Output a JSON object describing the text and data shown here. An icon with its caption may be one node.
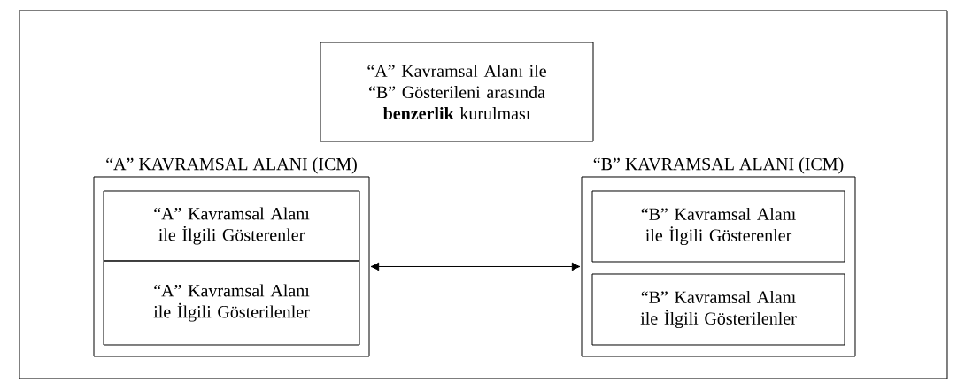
{
  "diagram": {
    "nodes": [
      {
        "text": [
          "“A” Kavramsal Alanı ile “B” Gösterileni arasında **benzerlik** kurulması"
        ]
      },
      {
        "text": [
          "“A” KAVRAMSAL ALANI (ICM)"
        ]
      },
      {
        "text": [
          "“A” Kavramsal Alanı ile İlgili Gösterenler"
        ],
        "in": 1
      },
      {
        "text": [
          "“A” Kavramsal Alanı ile İlgili Gösterilenler"
        ],
        "in": 1
      },
      {
        "text": [
          "“B” KAVRAMSAL ALANI (ICM)"
        ]
      },
      {
        "text": [
          "“B” Kavramsal Alanı ile İlgili Gösterenler"
        ],
        "in": 4
      },
      {
        "text": [
          "“B” Kavramsal Alanı ile İlgili Gösterilenler"
        ],
        "in": 4
      }
    ],
    "edges": [
      {
        "from": 1,
        "to": 4,
        "arrow": "both"
      }
    ]
  }
}
